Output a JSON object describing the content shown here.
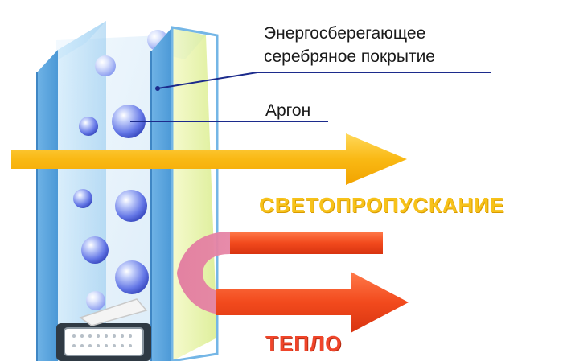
{
  "labels": {
    "coating_line1": "Энергосберегающее",
    "coating_line2": "серебряное покрытие",
    "argon": "Аргон",
    "light_transmission": "СВЕТОПРОПУСКАНИЕ",
    "heat": "ТЕПЛО"
  },
  "colors": {
    "light_text": "#f7c21a",
    "heat_text": "#f0452a",
    "leader_line": "#1c2b8c",
    "glass": "#9fd1f2",
    "coating": "#e9f3a2",
    "argon_bubble": "#3e58d8",
    "light_arrow": "#f9b914",
    "heat_arrow": "#f24a1d"
  },
  "icons": {
    "light_arrow": "arrow-right-icon",
    "heat_return": "u-turn-arrow-icon",
    "heat_arrow": "arrow-right-icon"
  }
}
